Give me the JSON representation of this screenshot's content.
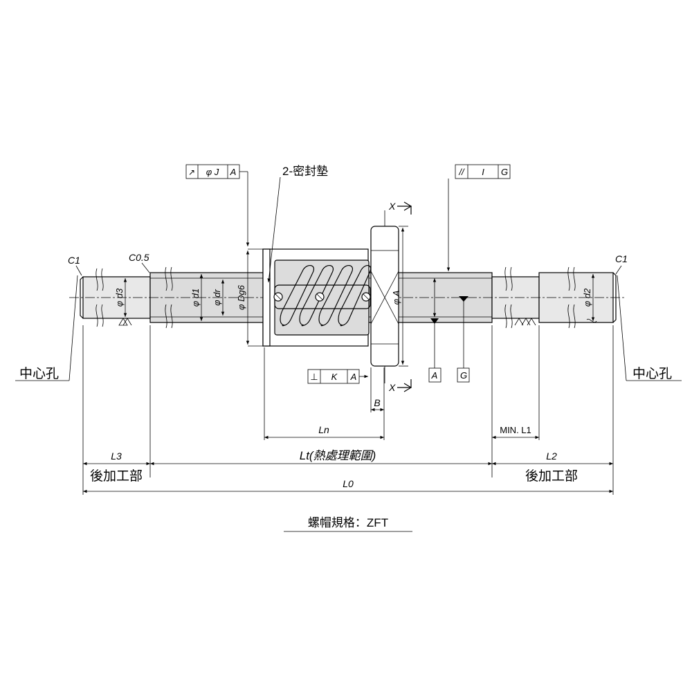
{
  "labels": {
    "c1_left": "C1",
    "c05": "C0.5",
    "c1_right": "C1",
    "seal": "2-密封墊",
    "center_hole_left": "中心孔",
    "center_hole_right": "中心孔",
    "phi_d3": "φ d3",
    "phi_d1": "φ d1",
    "phi_dr": "φ dr",
    "phi_dg6": "φ Dg6",
    "phi_a": "φ A",
    "phi_d2": "φ d2",
    "x_top": "X",
    "x_bottom": "X",
    "b": "B",
    "ln": "Ln",
    "min_l1": "MIN. L1",
    "l3": "L3",
    "lt": "Lt(熱處理範圍)",
    "l2": "L2",
    "post_machining_left": "後加工部",
    "post_machining_right": "後加工部",
    "l0": "L0",
    "nut_spec": "螺帽規格：ZFT"
  },
  "frames": {
    "runout": {
      "symbol": "↗",
      "tol": "φ J",
      "datum": "A"
    },
    "parallel": {
      "symbol": "//",
      "tol": "I",
      "datum": "G"
    },
    "perpendicular": {
      "symbol": "⊥",
      "tol": "K",
      "datum": "A"
    }
  },
  "datums": {
    "a": "A",
    "g": "G"
  }
}
